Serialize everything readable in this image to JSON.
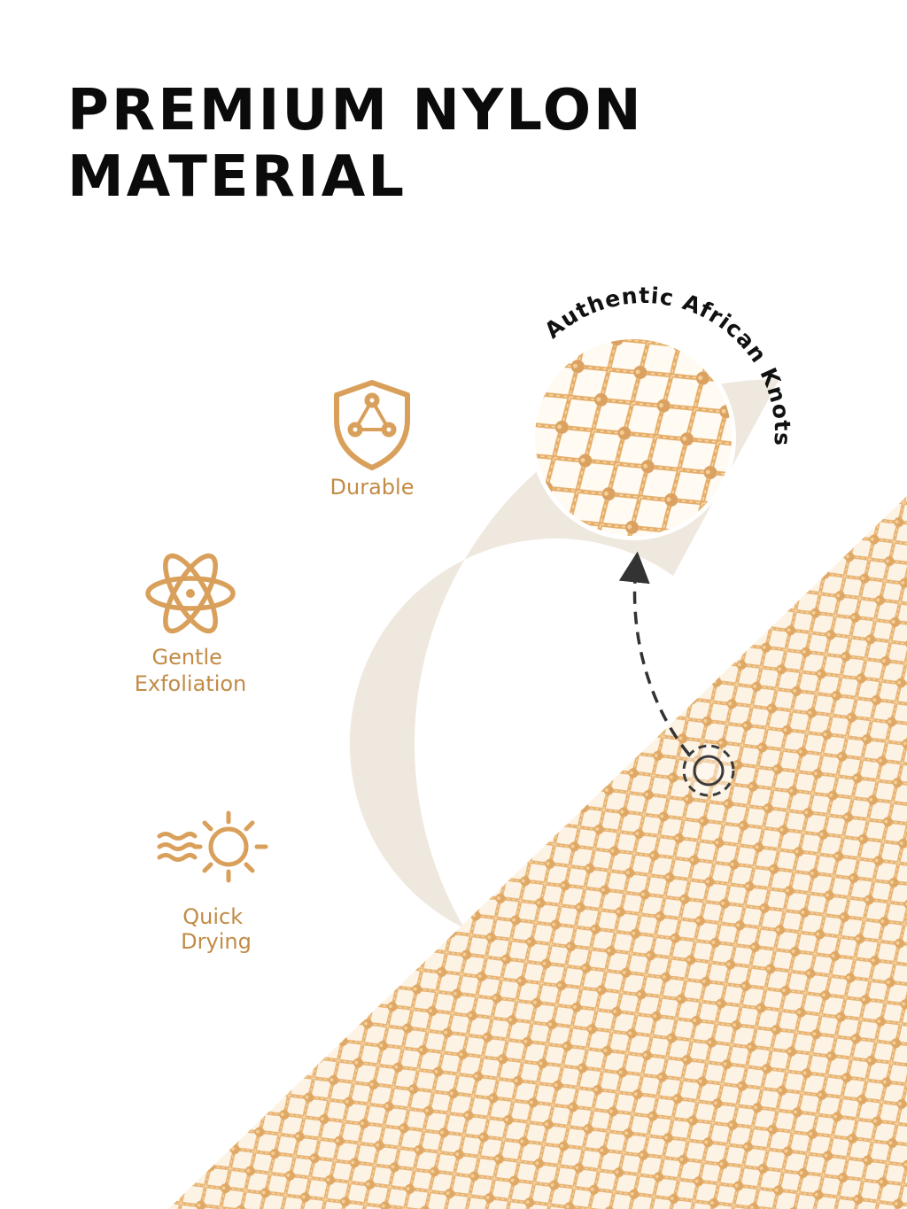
{
  "title": {
    "line1": "PREMIUM NYLON",
    "line2": "MATERIAL"
  },
  "features": [
    {
      "label_lines": [
        "Durable"
      ],
      "icon": "shield-icon"
    },
    {
      "label_lines": [
        "Gentle",
        "Exfoliation"
      ],
      "icon": "atom-icon"
    },
    {
      "label_lines": [
        "Quick",
        "Drying"
      ],
      "icon": "sun-wind-icon"
    }
  ],
  "callout": {
    "label": "Authentic African Knots",
    "icon": "target-icon"
  },
  "colors": {
    "accent": "#D9A05B",
    "ring": "#EFE8DE",
    "mesh": "#E8B676",
    "text": "#0B0B0B"
  }
}
